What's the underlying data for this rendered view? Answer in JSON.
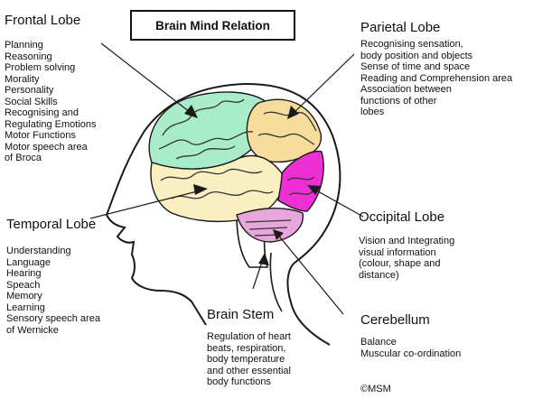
{
  "title": "Brain Mind Relation",
  "copyright": "©MSM",
  "colors": {
    "frontal": "#a9ecc9",
    "parietal": "#f7dd9b",
    "temporal": "#faefc0",
    "occipital": "#ee2fd3",
    "cerebellum": "#e7a7dc",
    "outline": "#1a1a1a"
  },
  "regions": {
    "frontal": {
      "heading": "Frontal Lobe",
      "items": [
        "Planning",
        "Reasoning",
        "Problem solving",
        "Morality",
        "Personality",
        "Social Skills",
        "Recognising and",
        "Regulating Emotions",
        "Motor Functions",
        "Motor speech area",
        "of Broca"
      ]
    },
    "parietal": {
      "heading": "Parietal Lobe",
      "items": [
        "Recognising sensation,",
        "body position and objects",
        "Sense of time and space",
        "Reading and Comprehension area",
        "Association between",
        "functions of other",
        "lobes"
      ]
    },
    "temporal": {
      "heading": "Temporal Lobe",
      "items": [
        "Understanding",
        "Language",
        "Hearing",
        "Speach",
        "Memory",
        "Learning",
        "Sensory speech area",
        "of Wernicke"
      ]
    },
    "occipital": {
      "heading": "Occipital Lobe",
      "items": [
        "Vision and Integrating",
        "visual information",
        "(colour, shape and",
        "distance)"
      ]
    },
    "stem": {
      "heading": "Brain Stem",
      "items": [
        "Regulation of heart",
        "beats, respiration,",
        "body temperature",
        "and other essential",
        "body functions"
      ]
    },
    "cerebellum": {
      "heading": "Cerebellum",
      "items": [
        "Balance",
        "Muscular co-ordination"
      ]
    }
  }
}
